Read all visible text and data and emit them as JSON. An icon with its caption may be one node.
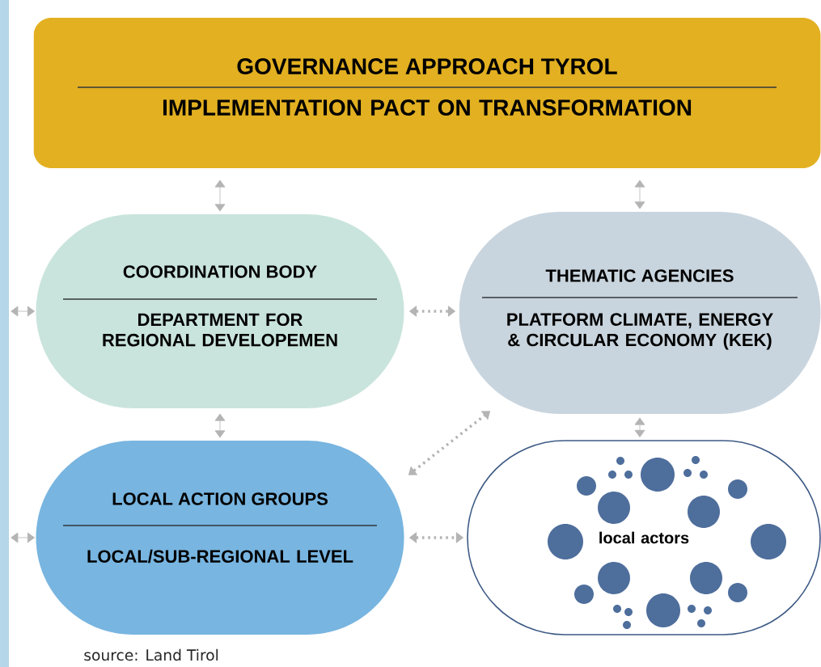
{
  "diagram": {
    "caption": "source: Land Tirol",
    "nodes": [
      {
        "text": [
          "GOVERNANCE APPROACH TYROL",
          "IMPLEMENTATION PACT ON TRANSFORMATION"
        ]
      },
      {
        "text": [
          "COORDINATION BODY",
          "DEPARTMENT FOR REGIONAL DEVELOPEMEN"
        ]
      },
      {
        "text": [
          "THEMATIC AGENCIES",
          "PLATFORM CLIMATE, ENERGY & CIRCULAR ECONOMY (KEK)"
        ]
      },
      {
        "text": [
          "LOCAL ACTION GROUPS",
          "LOCAL/SUB-REGIONAL LEVEL"
        ]
      },
      {
        "text": [
          "local actors"
        ]
      }
    ],
    "edges": [
      {
        "from": 0,
        "to": 1,
        "arrow": "both"
      },
      {
        "from": 0,
        "to": 2,
        "arrow": "both"
      },
      {
        "from": null,
        "to": 1,
        "arrow": "both"
      },
      {
        "from": 1,
        "to": 2,
        "arrow": "both",
        "style": "dashed"
      },
      {
        "from": 1,
        "to": 3,
        "arrow": "both"
      },
      {
        "from": 2,
        "to": 4,
        "arrow": "both"
      },
      {
        "from": 3,
        "to": 2,
        "arrow": "both",
        "style": "dashed"
      },
      {
        "from": null,
        "to": 3,
        "arrow": "both"
      },
      {
        "from": 3,
        "to": 4,
        "arrow": "both",
        "style": "dashed"
      }
    ]
  }
}
